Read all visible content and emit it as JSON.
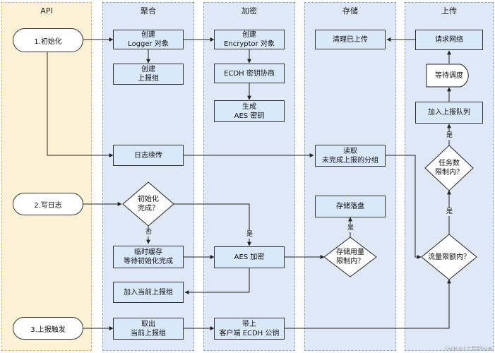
{
  "lanes": {
    "api": "API",
    "aggregate": "聚合",
    "encrypt": "加密",
    "storage": "存储",
    "upload": "上传"
  },
  "nodes": {
    "init": "1.初始化",
    "write_log": "2.写日志",
    "report_trigger": "3.上报触发",
    "create_logger": "创建\nLogger 对象",
    "create_report_group": "创建\n上报组",
    "log_resume": "日志续传",
    "init_done_q": "初始化\n完成？",
    "temp_cache": "临时缓存\n等待初始化完成",
    "add_current_group": "加入当前上报组",
    "take_current_group": "取出\n当前上报组",
    "create_encryptor": "创建\nEncryptor 对象",
    "ecdh_negotiate": "ECDH 密钥协商",
    "gen_aes_key": "生成\nAES 密钥",
    "aes_encrypt": "AES 加密",
    "attach_pubkey": "带上\n客户端 ECDH 公钥",
    "clear_uploaded": "清理已上传",
    "read_unfinished": "读取\n未完成上报的分组",
    "persist": "存储落盘",
    "storage_limit_q": "存储用量\n限制内？",
    "request_network": "请求网络",
    "wait_schedule": "等待调度",
    "add_upload_queue": "加入上报队列",
    "task_limit_q": "任务数\n限制内？",
    "traffic_limit_q": "流量限额内？"
  },
  "edge_labels": {
    "no": "否",
    "yes": "是"
  },
  "watermark": "CSDN @土土混混的记录"
}
